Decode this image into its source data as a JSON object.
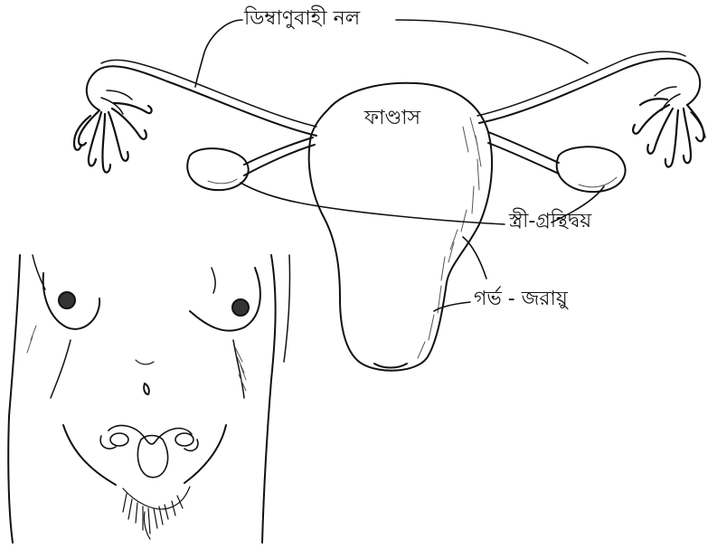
{
  "diagram": {
    "labels": {
      "fallopian_tube": "ডিম্বাণুবাহী নল",
      "fundus": "ফাণ্ডাস",
      "ovary": "স্ত্রী-গ্রন্থিদ্বয়",
      "uterus": "গর্ভ - জরায়ু"
    },
    "colors": {
      "ink": "#111111",
      "background": "#ffffff",
      "shade": "#555555"
    }
  }
}
